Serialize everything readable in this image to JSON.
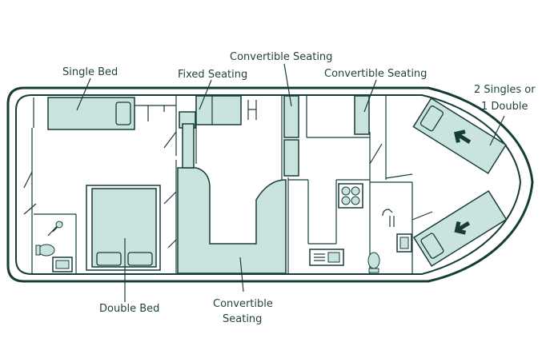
{
  "labels": {
    "single_bed": "Single Bed",
    "fixed_seating": "Fixed Seating",
    "convertible_seating_1": "Convertible Seating",
    "convertible_seating_2": "Convertible Seating",
    "singles_line1": "2 Singles or",
    "singles_line2": "1 Double",
    "double_bed": "Double Bed",
    "convertible_bottom_line1": "Convertible",
    "convertible_bottom_line2": "Seating"
  },
  "colors": {
    "outline": "#173c38",
    "furniture_fill": "#c9e3df",
    "text": "#1f3f3f"
  }
}
